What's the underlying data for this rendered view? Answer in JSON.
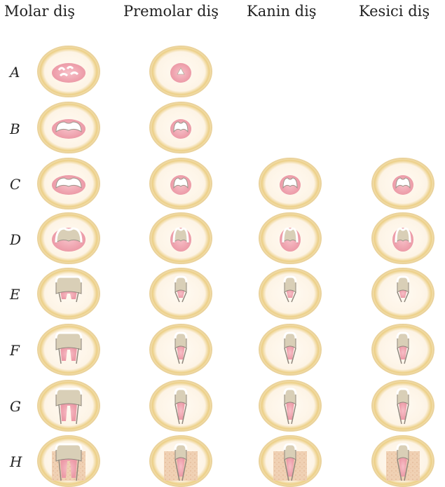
{
  "columns": [
    "Molar diş",
    "Premolar diş",
    "Kanin diş",
    "Kesici diş"
  ],
  "rows": [
    "A",
    "B",
    "C",
    "D",
    "E",
    "F",
    "G",
    "H"
  ],
  "stages": {
    "molar": [
      "A",
      "B",
      "C",
      "D",
      "E",
      "F",
      "G",
      "H"
    ],
    "premolar": [
      "A",
      "B",
      "C",
      "D",
      "E",
      "F",
      "G",
      "H"
    ],
    "canine": [
      "C",
      "D",
      "E",
      "F",
      "G",
      "H"
    ],
    "incisor": [
      "C",
      "D",
      "E",
      "F",
      "G",
      "H"
    ]
  },
  "colors": {
    "ring": "#e8cf8a",
    "ring_fill": "#fdf6ea",
    "pulp": "#f0a9b3",
    "enamel": "#ffffff",
    "dentin": "#d9cfb7",
    "bone": "#eac7a8",
    "text": "#222222"
  }
}
